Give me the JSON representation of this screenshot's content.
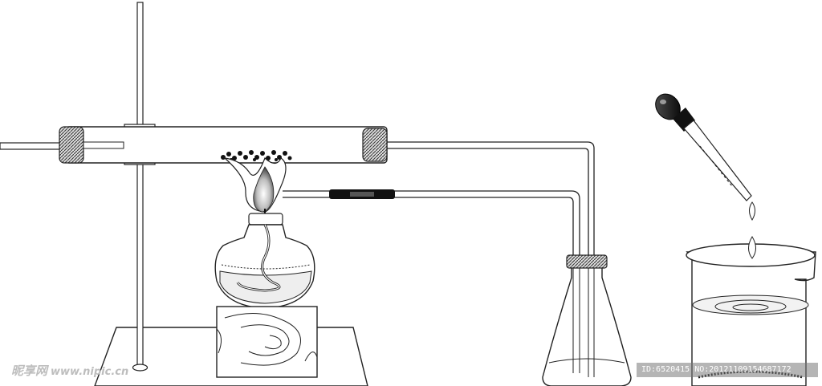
{
  "watermark": {
    "site_name": "昵享网",
    "site_url": "www.nipic.cn",
    "image_info": "ID:6520415 NO:20121109154687172"
  }
}
